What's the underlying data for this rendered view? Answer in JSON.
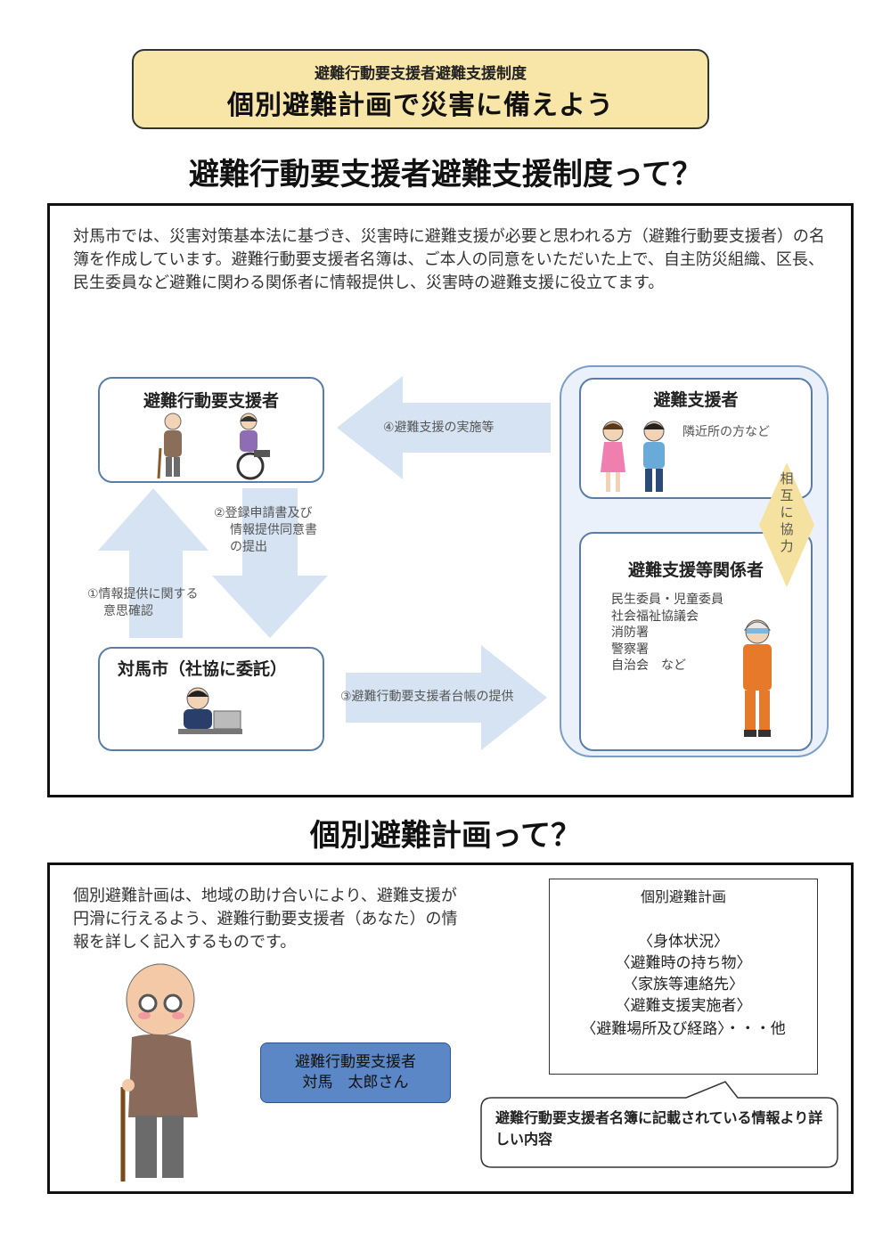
{
  "banner": {
    "subtitle": "避難行動要支援者避難支援制度",
    "title": "個別避難計画で災害に備えよう"
  },
  "section1": {
    "heading": "避難行動要支援者避難支援制度って？",
    "intro": "対馬市では、災害対策基本法に基づき、災害時に避難支援が必要と思われる方（避難行動要支援者）の名簿を作成しています。避難行動要支援者名簿は、ご本人の同意をいただいた上で、自主防災組織、区長、民生委員など避難に関わる関係者に情報提供し、災害時の避難支援に役立てます。",
    "diagram": {
      "youshiensha_title": "避難行動要支援者",
      "city_title": "対馬市（社協に委託）",
      "shiensha_title": "避難支援者",
      "shiensha_note": "隣近所の方など",
      "kankei_title": "避難支援等関係者",
      "kankei_items": [
        "民生委員・児童委員",
        "社会福祉協議会",
        "消防署",
        "警察署",
        "自治会　など"
      ],
      "cooperation": "相互に協力",
      "arrow1": [
        "①情報提供に関する",
        "意思確認"
      ],
      "arrow2": [
        "②登録申請書及び",
        "情報提供同意書",
        "の提出"
      ],
      "arrow3": "③避難行動要支援者台帳の提供",
      "arrow4": "④避難支援の実施等"
    }
  },
  "section2": {
    "heading": "個別避難計画って？",
    "intro": "個別避難計画は、地域の助け合いにより、避難支援が円滑に行えるよう、避難行動要支援者（あなた）の情報を詳しく記入するものです。",
    "plan_title": "個別避難計画",
    "plan_items": [
      "〈身体状況〉",
      "〈避難時の持ち物〉",
      "〈家族等連絡先〉",
      "〈避難支援実施者〉",
      "〈避難場所及び経路〉・・・他"
    ],
    "name_card": [
      "避難行動要支援者",
      "対馬　太郎さん"
    ],
    "bubble": "避難行動要支援者名簿に記載されている情報より詳しい内容"
  },
  "colors": {
    "banner_fill": "#f8e6a8",
    "arrow_fill": "#d6e3f3",
    "box_border": "#5a7da8",
    "name_card_fill": "#5b87c6",
    "cooperation_fill": "#f6e2a0"
  },
  "icons": [
    "elderly-man-icon",
    "wheelchair-user-icon",
    "children-icon",
    "city-worker-icon",
    "firefighter-icon",
    "elderly-man-large-icon"
  ]
}
